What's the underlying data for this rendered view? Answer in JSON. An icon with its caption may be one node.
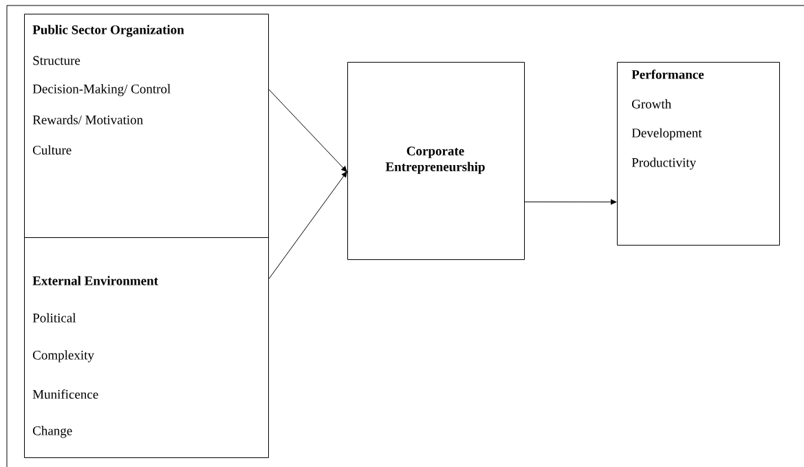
{
  "diagram": {
    "nodes": [
      {
        "text": [
          "Public Sector Organization",
          "Structure",
          "Decision-Making/ Control",
          "Rewards/ Motivation",
          "Culture"
        ]
      },
      {
        "text": [
          "External Environment",
          "Political",
          "Complexity",
          "Munificence",
          "Change"
        ]
      },
      {
        "text": [
          "Corporate Entrepreneurship"
        ]
      },
      {
        "text": [
          "Performance",
          "Growth",
          "Development",
          "Productivity"
        ]
      }
    ],
    "edges": [
      {
        "from": 0,
        "to": 2,
        "arrow": "to"
      },
      {
        "from": 1,
        "to": 2,
        "arrow": "to"
      },
      {
        "from": 2,
        "to": 3,
        "arrow": "to"
      }
    ]
  }
}
